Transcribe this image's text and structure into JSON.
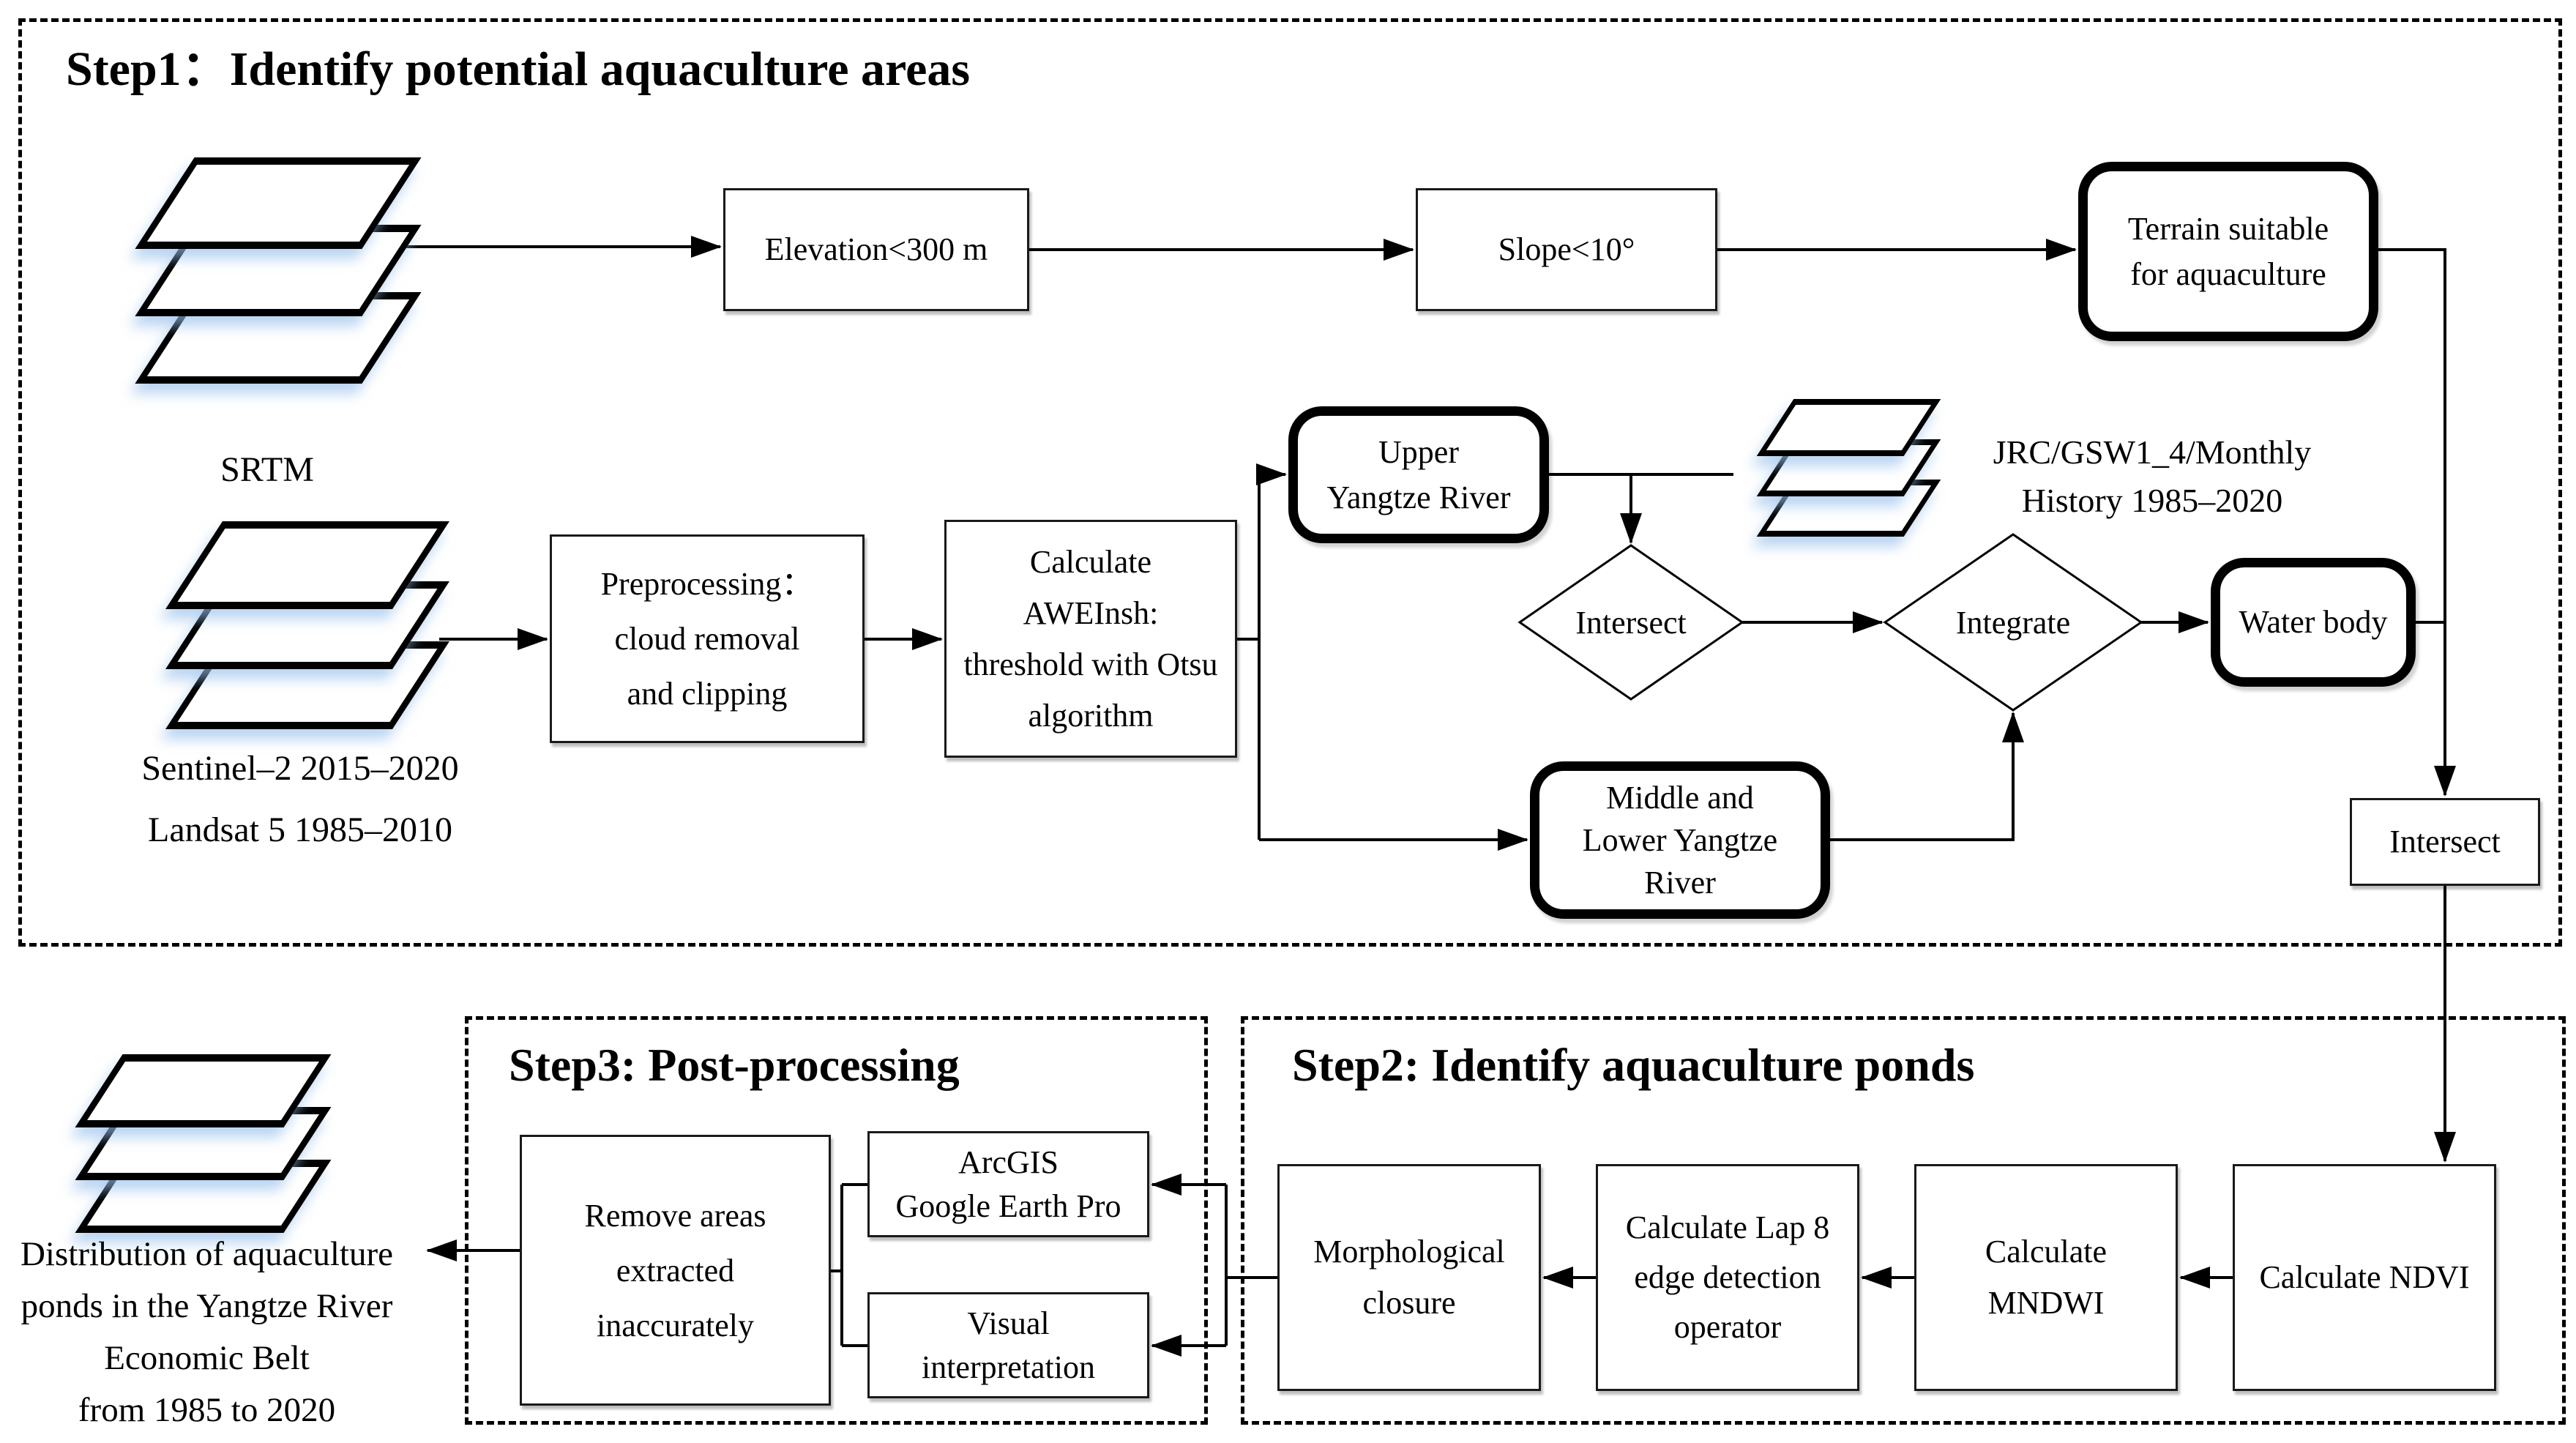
{
  "step1": {
    "title": "Step1：Identify potential aquaculture areas",
    "srtm_label": "SRTM",
    "elevation": {
      "label": "Elevation<300 m"
    },
    "slope": {
      "label": "Slope<10°"
    },
    "terrain": {
      "lines": [
        "Terrain suitable",
        "for aquaculture"
      ]
    },
    "sentinel_labels": {
      "lines": [
        "Sentinel–2 2015–2020",
        "Landsat 5 1985–2010"
      ]
    },
    "preprocessing": {
      "lines": [
        "Preprocessing：",
        "cloud removal",
        "and clipping"
      ]
    },
    "awei": {
      "lines": [
        "Calculate",
        "AWEInsh:",
        "threshold with Otsu",
        "algorithm"
      ]
    },
    "upper": {
      "lines": [
        "Upper",
        "Yangtze River"
      ]
    },
    "middle_lower": {
      "lines": [
        "Middle and",
        "Lower Yangtze",
        "River"
      ]
    },
    "jrc_labels": {
      "lines": [
        "JRC/GSW1_4/Monthly",
        "History 1985–2020"
      ]
    },
    "intersect_diamond": {
      "label": "Intersect"
    },
    "integrate_diamond": {
      "label": "Integrate"
    },
    "water_body": {
      "label": "Water body"
    },
    "intersect_box": {
      "label": "Intersect"
    }
  },
  "step2": {
    "title": "Step2: Identify aquaculture ponds",
    "ndvi": {
      "label": "Calculate NDVI"
    },
    "mndwi": {
      "lines": [
        "Calculate",
        "MNDWI"
      ]
    },
    "lap8": {
      "lines": [
        "Calculate Lap 8",
        "edge detection",
        "operator"
      ]
    },
    "morphological": {
      "lines": [
        "Morphological",
        "closure"
      ]
    }
  },
  "step3": {
    "title": "Step3: Post-processing",
    "remove": {
      "lines": [
        "Remove  areas",
        "extracted",
        "inaccurately"
      ]
    },
    "arcgis": {
      "lines": [
        "ArcGIS",
        "Google Earth Pro"
      ]
    },
    "visual": {
      "lines": [
        "Visual",
        "interpretation"
      ]
    }
  },
  "output": {
    "lines": [
      "Distribution of aquaculture",
      "ponds in the Yangtze River",
      "Economic Belt",
      "from 1985 to 2020"
    ]
  },
  "colors": {
    "ink": "#000000",
    "layer_shadow": "#b4cde9",
    "background": "#ffffff"
  }
}
